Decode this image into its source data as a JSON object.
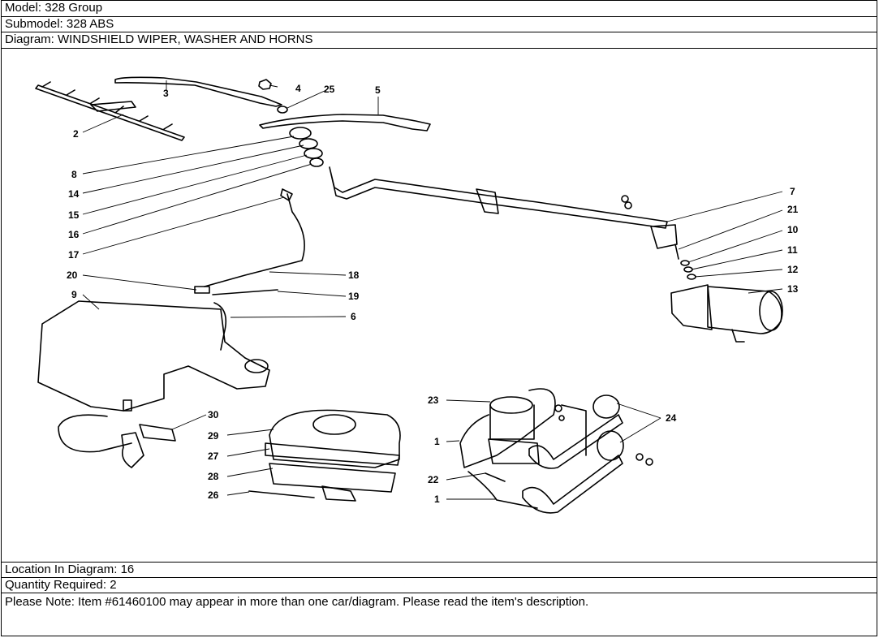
{
  "header": {
    "model": "Model: 328 Group",
    "submodel": "Submodel: 328 ABS",
    "diagram": "Diagram: WINDSHIELD WIPER, WASHER AND HORNS"
  },
  "callouts": [
    "1",
    "1",
    "2",
    "3",
    "4",
    "5",
    "6",
    "7",
    "8",
    "9",
    "10",
    "11",
    "12",
    "13",
    "14",
    "15",
    "16",
    "17",
    "18",
    "19",
    "20",
    "21",
    "22",
    "23",
    "24",
    "25",
    "26",
    "27",
    "28",
    "29",
    "30"
  ],
  "footer": {
    "location": "Location In Diagram: 16",
    "quantity": "Quantity Required: 2",
    "note": "Please Note: Item #61460100 may appear in more than one car/diagram. Please read the item's description."
  }
}
